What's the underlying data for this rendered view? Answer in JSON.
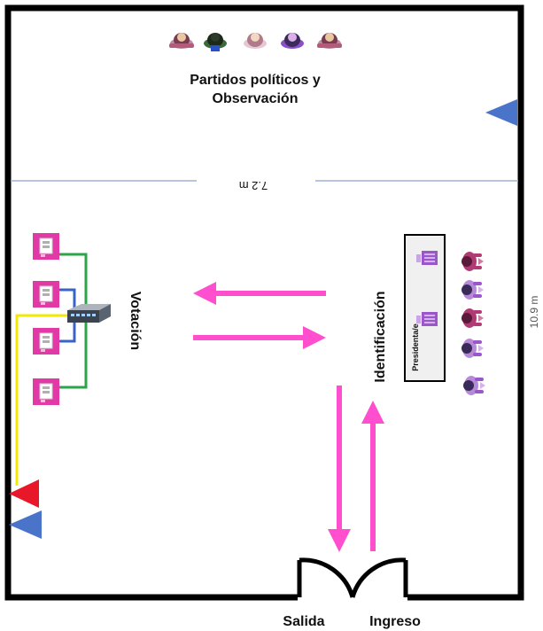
{
  "labels": {
    "observers_line1": "Partidos políticos y",
    "observers_line2": "Observación",
    "width_dimension": "7.2 m",
    "height_dimension": "10.9 m",
    "voting": "Votación",
    "identification": "Identificación",
    "president": "Presidenta/e",
    "exit": "Salida",
    "entry": "Ingreso"
  },
  "colors": {
    "wall": "#000000",
    "arrow": "#ff4fcf",
    "booth": "#e13aa6",
    "cable_green": "#2aa648",
    "cable_blue": "#3a63c9",
    "cable_yellow": "#f5e800",
    "marker_blue": "#4a74c9",
    "marker_red": "#e8182a",
    "dimension_line": "#9db4d6",
    "table_fill": "#f0f0f0",
    "person_purple": "#9b56c9",
    "person_magenta": "#b23a74"
  },
  "icons": {
    "observers": [
      "person-topview-icon",
      "person-topview-icon",
      "person-topview-icon",
      "person-topview-icon",
      "person-topview-icon"
    ],
    "booths": [
      "voting-booth-icon",
      "voting-booth-icon",
      "voting-booth-icon",
      "voting-booth-icon"
    ],
    "officials": [
      "person-topview-icon",
      "person-topview-icon",
      "person-topview-icon",
      "person-topview-icon",
      "person-topview-icon"
    ],
    "switch": "network-switch-icon",
    "table_items": [
      "ballot-box-icon",
      "ballot-box-icon"
    ]
  }
}
